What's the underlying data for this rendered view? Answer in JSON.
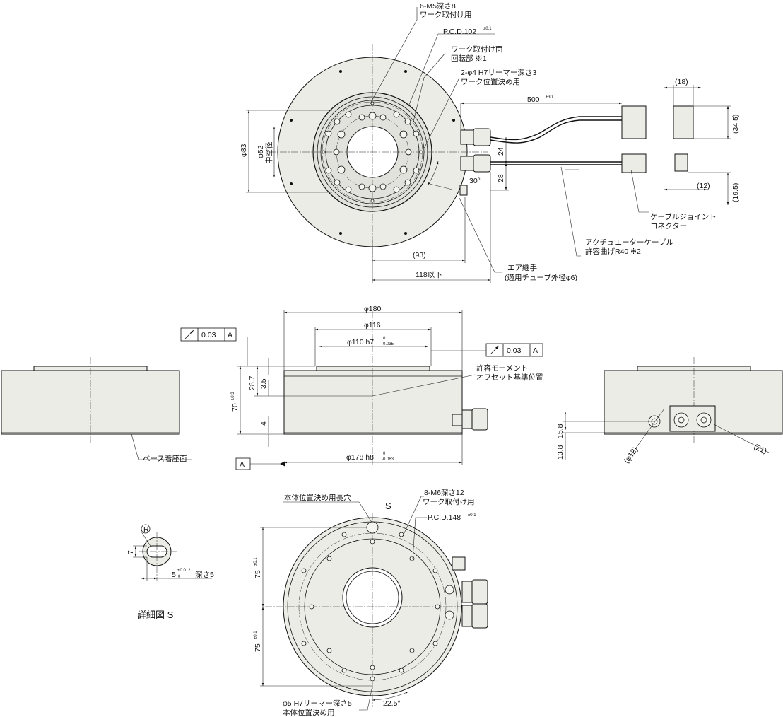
{
  "top_view": {
    "callout_m5": [
      "6-M5深さ8",
      "ワーク取付け用"
    ],
    "pcd102": "P.C.D.102",
    "pcd102_tol": "±0.1",
    "callout_rotor": [
      "ワーク取付け面",
      "回転部 ※1"
    ],
    "callout_phi4": [
      "2-φ4 H7リーマー深さ3",
      "ワーク位置決め用"
    ],
    "cable_len": "500",
    "cable_len_tol": "±30",
    "dim_18": "(18)",
    "dim_34_5": "(34.5)",
    "dim_12": "(12)",
    "dim_19_5": "(19.5)",
    "dim_24": "24",
    "dim_28": "28",
    "dim_30deg": "30°",
    "dim_phi83": "φ83",
    "dim_phi52": "φ52",
    "dim_hollow": "中空径",
    "dim_93": "(93)",
    "dim_118": "118以下",
    "callout_connector": [
      "ケーブルジョイント",
      "コネクター"
    ],
    "callout_cable": [
      "アクチュエーターケーブル",
      "許容曲げR40 ※2"
    ],
    "callout_air": [
      "エア継手",
      "(適用チューブ外径φ6)"
    ]
  },
  "front_view": {
    "dim_phi180": "φ180",
    "dim_phi116": "φ116",
    "dim_phi110": "φ110 h7",
    "dim_phi110_tol_upper": "0",
    "dim_phi110_tol_lower": "-0.035",
    "tol_box_left": [
      "0.03",
      "A"
    ],
    "tol_box_right": [
      "0.03",
      "A"
    ],
    "dim_28_7": "28.7",
    "dim_3_5": "3.5",
    "dim_70": "70",
    "dim_70_tol": "±0.3",
    "dim_4": "4",
    "datum_a": "A",
    "dim_phi178": "φ178 h8",
    "dim_phi178_tol_upper": "0",
    "dim_phi178_tol_lower": "-0.063",
    "callout_moment": [
      "許容モーメント",
      "オフセット基準位置"
    ],
    "callout_base": "ベース着座面"
  },
  "side_view": {
    "dim_15_8": "15.8",
    "dim_13_8": "13.8",
    "dim_phi12": "(φ12)",
    "dim_21": "(21)"
  },
  "bottom_view": {
    "callout_slot": "本体位置決め用長穴",
    "label_s": "S",
    "callout_m6": [
      "8-M6深さ12",
      "ワーク取付け用"
    ],
    "pcd148": "P.C.D.148",
    "pcd148_tol": "±0.1",
    "dim_75_top": "75",
    "dim_75_bottom": "75",
    "dim_75_tol": "±0.1",
    "dim_22_5": "22.5°",
    "callout_phi5": [
      "φ5 H7リーマー深さ5",
      "本体位置決め用"
    ]
  },
  "detail_s": {
    "title": "詳細図 S",
    "dim_r": "R",
    "dim_7": "7",
    "dim_5": "5",
    "dim_5_tol_upper": "+0.012",
    "dim_5_tol_lower": "0",
    "dim_depth": "深さ5"
  }
}
